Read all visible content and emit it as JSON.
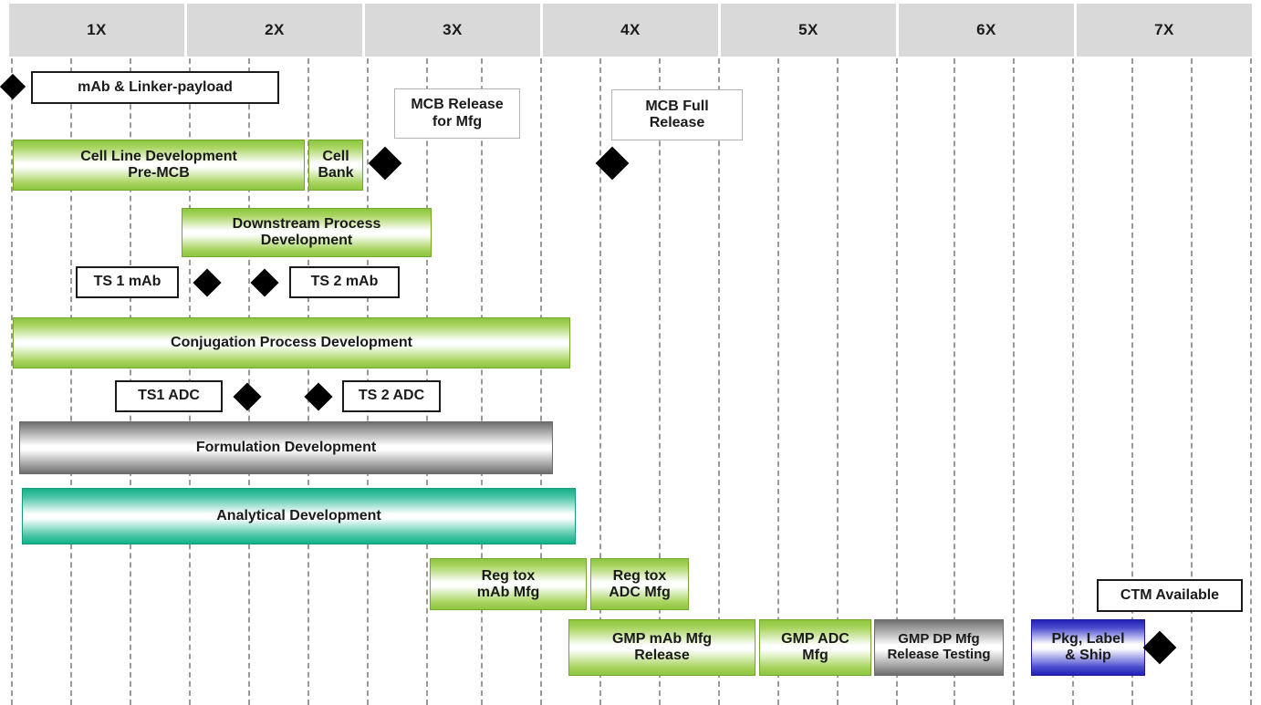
{
  "chart_data": {
    "type": "table",
    "title": "ADC Development Timeline (Gantt)",
    "xlabel": "",
    "ylabel": "",
    "axis": {
      "tick_labels": [
        "1X",
        "2X",
        "3X",
        "4X",
        "5X",
        "6X",
        "7X"
      ],
      "range_start": "0X",
      "range_end": "7X",
      "grid": true,
      "gridline_interval": "0.33X"
    },
    "legend": {
      "position": "none",
      "entries": []
    },
    "colors": {
      "header_band": "#d9d9d9",
      "green_bar": "#8cc63f",
      "gray_bar": "#7a7a7a",
      "teal_bar": "#14b18a",
      "blue_bar": "#2222b4",
      "milestone": "#000000",
      "gridline": "#9a9a9a",
      "text": "#1a1a1a"
    },
    "tasks": [
      {
        "label": "Cell Line Development Pre-MCB",
        "style": "green",
        "start_x": "0X",
        "end_x": "2.4X"
      },
      {
        "label": "Cell Bank",
        "style": "green",
        "start_x": "2.45X",
        "end_x": "2.85X"
      },
      {
        "label": "Downstream Process Development",
        "style": "green",
        "start_x": "1.4X",
        "end_x": "3.3X"
      },
      {
        "label": "Conjugation Process Development",
        "style": "green",
        "start_x": "0X",
        "end_x": "4.5X"
      },
      {
        "label": "Formulation Development",
        "style": "gray",
        "start_x": "0.05X",
        "end_x": "4.35X"
      },
      {
        "label": "Analytical Development",
        "style": "teal",
        "start_x": "0.1X",
        "end_x": "4.55X"
      },
      {
        "label": "Reg tox mAb Mfg",
        "style": "green",
        "start_x": "3.4X",
        "end_x": "4.7X"
      },
      {
        "label": "Reg tox ADC Mfg",
        "style": "green",
        "start_x": "4.73X",
        "end_x": "5.45X"
      },
      {
        "label": "GMP mAb Mfg Release",
        "style": "green",
        "start_x": "4.5X",
        "end_x": "5.95X"
      },
      {
        "label": "GMP ADC Mfg",
        "style": "green",
        "start_x": "6.0X",
        "end_x": "6.85X"
      },
      {
        "label": "GMP DP Mfg Release Testing",
        "style": "gray",
        "start_x": "6.87X",
        "end_x": "7.75X"
      },
      {
        "label": "Pkg, Label & Ship",
        "style": "blue",
        "start_x": "7.78X",
        "end_x": "8.65X"
      }
    ],
    "callouts": [
      {
        "label": "mAb & Linker-payload",
        "style": "heavy"
      },
      {
        "label": "MCB Release for Mfg",
        "style": "light"
      },
      {
        "label": "MCB Full Release",
        "style": "light"
      },
      {
        "label": "TS 1 mAb",
        "style": "heavy"
      },
      {
        "label": "TS 2 mAb",
        "style": "heavy"
      },
      {
        "label": "TS1 ADC",
        "style": "heavy"
      },
      {
        "label": "TS 2 ADC",
        "style": "heavy"
      },
      {
        "label": "CTM Available",
        "style": "heavy"
      }
    ],
    "milestones": [
      {
        "name": "program-start",
        "x": "0X"
      },
      {
        "name": "mcb-release-for-mfg",
        "x": "2.95X"
      },
      {
        "name": "mcb-full-release",
        "x": "4.6X"
      },
      {
        "name": "ts-1-mab",
        "x": "1.55X"
      },
      {
        "name": "ts-2-mab",
        "x": "1.95X"
      },
      {
        "name": "ts-1-adc",
        "x": "1.85X"
      },
      {
        "name": "ts-2-adc",
        "x": "2.4X"
      },
      {
        "name": "ctm-available",
        "x": "8.75X"
      }
    ]
  },
  "header": {
    "columns": [
      {
        "label": "1X"
      },
      {
        "label": "2X"
      },
      {
        "label": "3X"
      },
      {
        "label": "4X"
      },
      {
        "label": "5X"
      },
      {
        "label": "6X"
      },
      {
        "label": "7X"
      }
    ]
  },
  "bars": {
    "cell_line_dev": "Cell Line Development\nPre-MCB",
    "cell_line_dev_l1": "Cell Line Development",
    "cell_line_dev_l2": "Pre-MCB",
    "cell_bank_l1": "Cell",
    "cell_bank_l2": "Bank",
    "downstream_l1": "Downstream Process",
    "downstream_l2": "Development",
    "conjugation": "Conjugation Process Development",
    "formulation": "Formulation Development",
    "analytical": "Analytical Development",
    "regtox_mab_l1": "Reg tox",
    "regtox_mab_l2": "mAb Mfg",
    "regtox_adc_l1": "Reg tox",
    "regtox_adc_l2": "ADC Mfg",
    "gmp_mab_l1": "GMP mAb Mfg",
    "gmp_mab_l2": "Release",
    "gmp_adc_l1": "GMP ADC",
    "gmp_adc_l2": "Mfg",
    "gmp_dp_l1": "GMP DP Mfg",
    "gmp_dp_l2": "Release Testing",
    "pkg_label_l1": "Pkg, Label",
    "pkg_label_l2": "& Ship"
  },
  "callouts": {
    "mab_linker": "mAb & Linker-payload",
    "mcb_release_l1": "MCB Release",
    "mcb_release_l2": "for Mfg",
    "mcb_full_l1": "MCB Full",
    "mcb_full_l2": "Release",
    "ts1_mab": "TS 1 mAb",
    "ts2_mab": "TS 2 mAb",
    "ts1_adc": "TS1 ADC",
    "ts2_adc": "TS 2 ADC",
    "ctm_available": "CTM Available"
  }
}
